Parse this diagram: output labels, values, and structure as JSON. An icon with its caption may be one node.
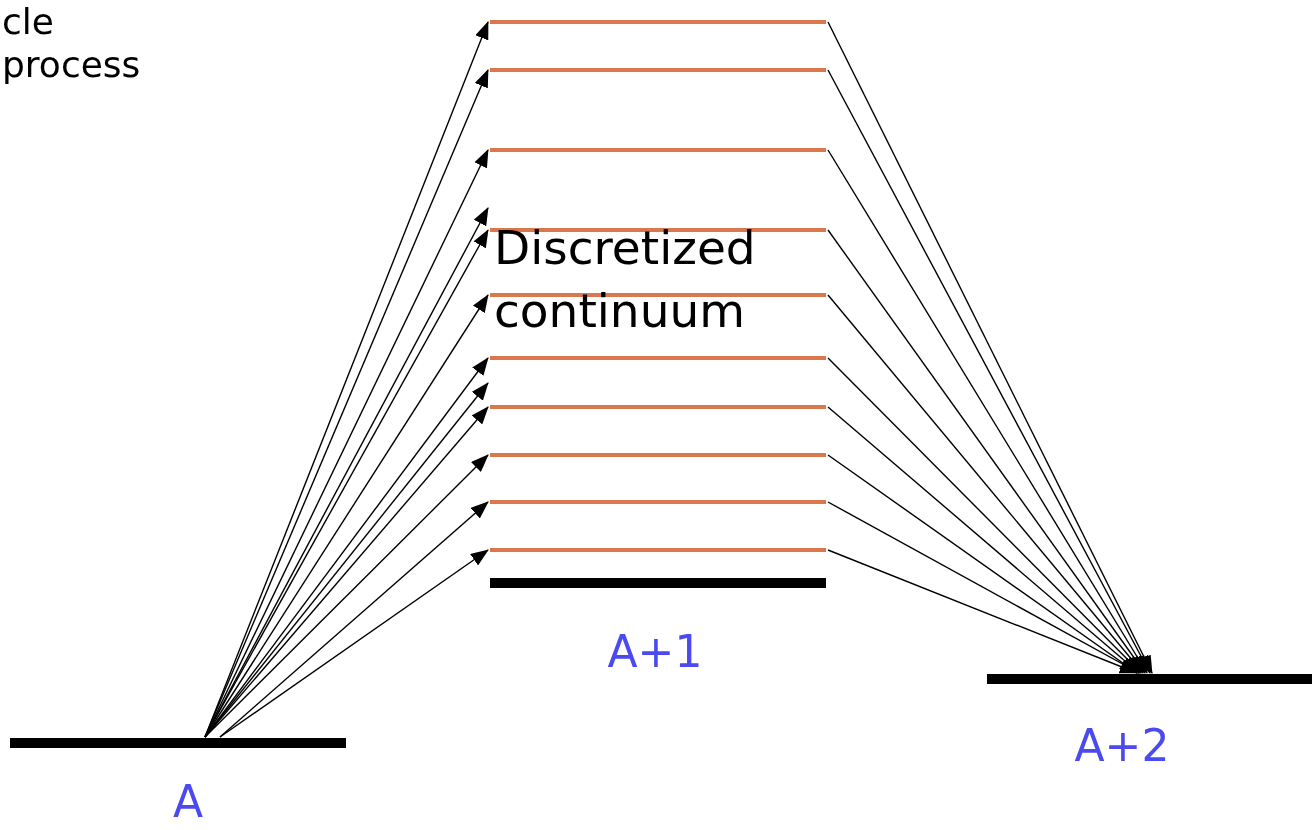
{
  "diagram": {
    "nodes": [
      {
        "text": [],
        "shape": "bar"
      },
      {
        "text": [],
        "shape": "bar"
      },
      {
        "text": [],
        "shape": "bar"
      },
      {
        "text": [],
        "shape": "bar"
      },
      {
        "text": [],
        "shape": "bar"
      },
      {
        "text": [],
        "shape": "bar"
      },
      {
        "text": [],
        "shape": "bar"
      },
      {
        "text": [],
        "shape": "bar"
      },
      {
        "text": [],
        "shape": "bar"
      },
      {
        "text": [],
        "shape": "bar"
      },
      {
        "text": [
          "A+1"
        ]
      },
      {
        "text": [
          "A+2"
        ]
      },
      {
        "text": [
          "A"
        ]
      }
    ],
    "edges": [
      {
        "from": 12,
        "to": 0,
        "arrow": "to"
      },
      {
        "from": 12,
        "to": 1,
        "arrow": "to"
      },
      {
        "from": 12,
        "to": 2,
        "arrow": "to"
      },
      {
        "from": 12,
        "to": 3,
        "arrow": "to"
      },
      {
        "from": 12,
        "to": 3,
        "arrow": "to"
      },
      {
        "from": 12,
        "to": 4,
        "arrow": "to"
      },
      {
        "from": 12,
        "to": 5,
        "arrow": "to"
      },
      {
        "from": 12,
        "to": 6,
        "arrow": "to"
      },
      {
        "from": 12,
        "to": 6,
        "arrow": "to"
      },
      {
        "from": 12,
        "to": 7,
        "arrow": "to"
      },
      {
        "from": 12,
        "to": 8,
        "arrow": "to"
      },
      {
        "from": 12,
        "to": 9,
        "arrow": "to"
      },
      {
        "from": 0,
        "to": 11,
        "arrow": "to"
      },
      {
        "from": 1,
        "to": 11,
        "arrow": "to"
      },
      {
        "from": 2,
        "to": 11,
        "arrow": "to"
      },
      {
        "from": 3,
        "to": 11,
        "arrow": "to"
      },
      {
        "from": 4,
        "to": 11,
        "arrow": "to"
      },
      {
        "from": 5,
        "to": 11,
        "arrow": "to"
      },
      {
        "from": 6,
        "to": 11,
        "arrow": "to"
      },
      {
        "from": 7,
        "to": 11,
        "arrow": "to"
      },
      {
        "from": 8,
        "to": 11,
        "arrow": "to"
      },
      {
        "from": 9,
        "to": 11,
        "arrow": "to"
      }
    ],
    "labels": [
      "cle process",
      "Discretized continuum"
    ]
  }
}
